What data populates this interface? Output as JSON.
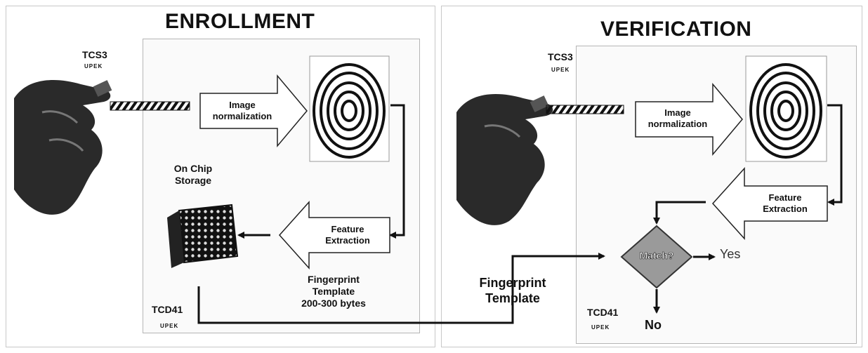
{
  "enrollment": {
    "title": "ENROLLMENT",
    "sensor_label": "TCS3",
    "sensor_brand": "UPEK",
    "image_normalization": [
      "Image",
      "normalization"
    ],
    "storage_label": [
      "On Chip",
      "Storage"
    ],
    "feature_extraction": [
      "Feature",
      "Extraction"
    ],
    "template_label": [
      "Fingerprint",
      "Template",
      "200-300 bytes"
    ],
    "chip_label": "TCD41",
    "chip_brand": "UPEK"
  },
  "verification": {
    "title": "VERIFICATION",
    "sensor_label": "TCS3",
    "sensor_brand": "UPEK",
    "image_normalization": [
      "Image",
      "normalization"
    ],
    "feature_extraction": [
      "Feature",
      "Extraction"
    ],
    "template_label": [
      "Fingerprint",
      "Template"
    ],
    "match_label": "Match?",
    "yes_label": "Yes",
    "no_label": "No",
    "chip_label": "TCD41",
    "chip_brand": "UPEK"
  },
  "colors": {
    "diamond_fill": "#9a9a9a",
    "arrow_stroke": "#111111",
    "hand": "#2a2a2a"
  }
}
